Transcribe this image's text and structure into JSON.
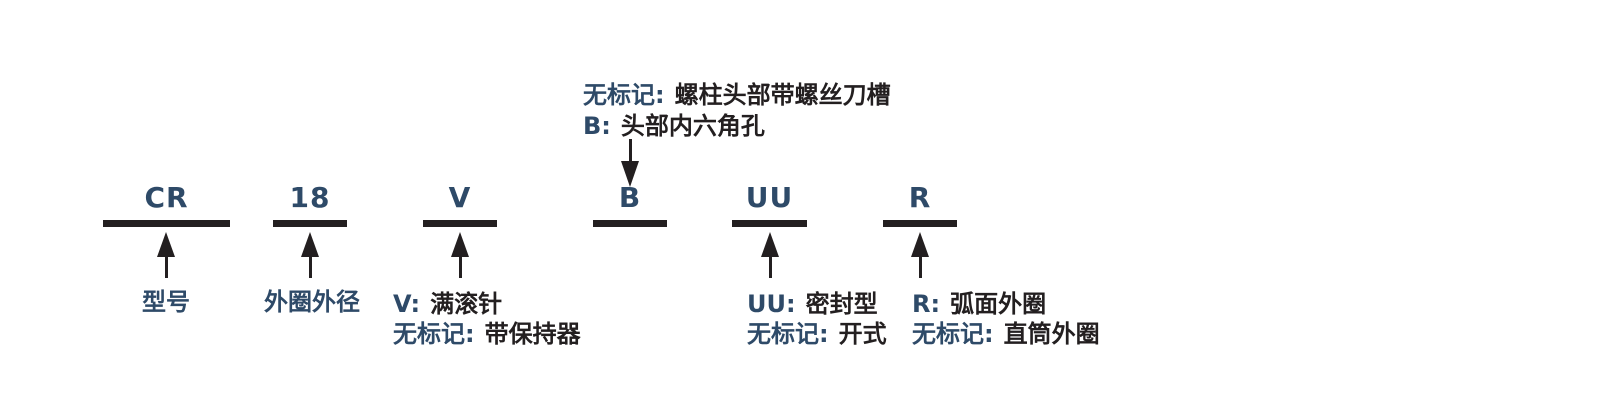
{
  "colors": {
    "accent": "#2E4A68",
    "ink": "#231F20",
    "background": "#FFFFFF"
  },
  "annotation_above": {
    "target_code": "B",
    "lines": [
      {
        "prefix": "无标记:",
        "text": "螺柱头部带螺丝刀槽"
      },
      {
        "prefix": "B:",
        "text": "头部内六角孔"
      }
    ]
  },
  "segments": [
    {
      "code": "CR",
      "label": "型号"
    },
    {
      "code": "18",
      "label": "外圈外径"
    },
    {
      "code": "V",
      "lines": [
        {
          "prefix": "V:",
          "text": "满滚针"
        },
        {
          "prefix": "无标记:",
          "text": "带保持器"
        }
      ]
    },
    {
      "code": "B"
    },
    {
      "code": "UU",
      "lines": [
        {
          "prefix": "UU:",
          "text": "密封型"
        },
        {
          "prefix": "无标记:",
          "text": "开式"
        }
      ]
    },
    {
      "code": "R",
      "lines": [
        {
          "prefix": "R:",
          "text": "弧面外圈"
        },
        {
          "prefix": "无标记:",
          "text": "直筒外圈"
        }
      ]
    }
  ]
}
